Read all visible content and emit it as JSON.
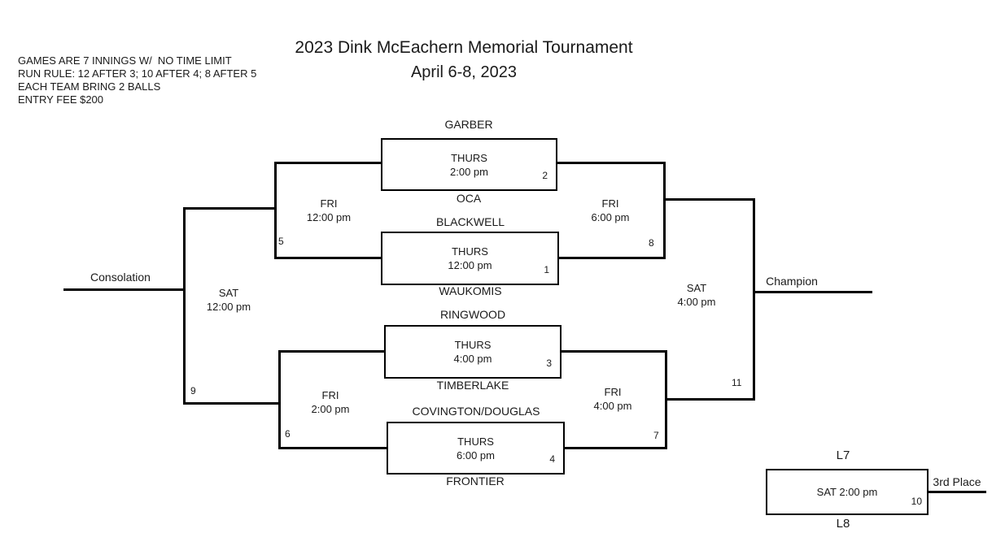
{
  "title": {
    "line1": "2023 Dink McEachern Memorial Tournament",
    "line2": "April 6-8, 2023"
  },
  "rules": {
    "line1": "GAMES ARE 7 INNINGS W/  NO TIME LIMIT",
    "line2": "RUN RULE: 12 AFTER 3; 10 AFTER 4; 8 AFTER 5",
    "line3": "EACH TEAM BRING 2 BALLS",
    "line4": "ENTRY FEE $200"
  },
  "games": {
    "g1": {
      "top_team": "BLACKWELL",
      "bottom_team": "WAUKOMIS",
      "day": "THURS",
      "time": "12:00 pm",
      "number": "1"
    },
    "g2": {
      "top_team": "GARBER",
      "bottom_team": "OCA",
      "day": "THURS",
      "time": "2:00 pm",
      "number": "2"
    },
    "g3": {
      "top_team": "RINGWOOD",
      "bottom_team": "TIMBERLAKE",
      "day": "THURS",
      "time": "4:00 pm",
      "number": "3"
    },
    "g4": {
      "top_team": "COVINGTON/DOUGLAS",
      "bottom_team": "FRONTIER",
      "day": "THURS",
      "time": "6:00 pm",
      "number": "4"
    },
    "g5": {
      "day": "FRI",
      "time": "12:00 pm",
      "number": "5"
    },
    "g6": {
      "day": "FRI",
      "time": "2:00 pm",
      "number": "6"
    },
    "g7": {
      "day": "FRI",
      "time": "4:00 pm",
      "number": "7"
    },
    "g8": {
      "day": "FRI",
      "time": "6:00 pm",
      "number": "8"
    },
    "g9": {
      "day": "SAT",
      "time": "12:00 pm",
      "number": "9"
    },
    "g10": {
      "source_top": "L7",
      "source_bottom": "L8",
      "schedule": "SAT 2:00 pm",
      "number": "10"
    },
    "g11": {
      "day": "SAT",
      "time": "4:00 pm",
      "number": "11"
    }
  },
  "labels": {
    "consolation": "Consolation",
    "champion": "Champion",
    "third_place": "3rd Place"
  },
  "colors": {
    "line": "#000000",
    "text": "#1a1a1a",
    "background": "#ffffff"
  }
}
